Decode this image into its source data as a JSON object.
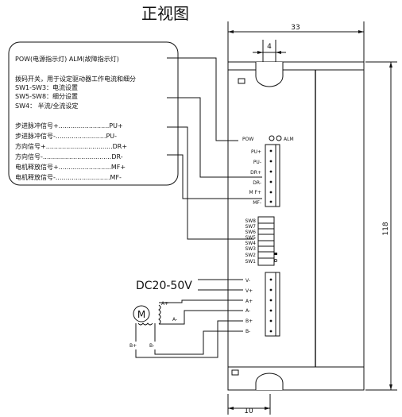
{
  "title": "正视图",
  "dimensions": {
    "width": "33",
    "slot": "4",
    "height": "118",
    "bottom": "10"
  },
  "callout": {
    "lines": [
      "POW(电源指示灯)  ALM(故障指示灯)",
      "拨码开关，用于设定驱动器工作电流和细分",
      "SW1-SW3：电流设置",
      "SW5-SW8：细分设置",
      "SW4：      半流/全流设定",
      "步进脉冲信号+.........................PU+",
      "步进脉冲信号-.........................PU-",
      "方向信号+.................................DR+",
      "方向信号-..................................DR-",
      "电机释放信号+..........................MF+",
      "电机释放信号-...........................MF-"
    ]
  },
  "leds": {
    "pow": "POW",
    "alm": "ALM"
  },
  "signal_pins": [
    "PU+",
    "PU-",
    "DR+",
    "DR-",
    "M F+",
    "MF-"
  ],
  "switches": [
    "SW8",
    "SW7",
    "SW6",
    "SW5",
    "SW4",
    "SW3",
    "SW2",
    "SW1"
  ],
  "power_pins": [
    "V-",
    "V+",
    "A+",
    "A-",
    "B+",
    "B-"
  ],
  "supply_label": "DC20-50V",
  "motor": {
    "symbol": "M",
    "a_plus": "A+",
    "a_minus": "A-",
    "b_plus": "B+",
    "b_minus": "B-"
  }
}
